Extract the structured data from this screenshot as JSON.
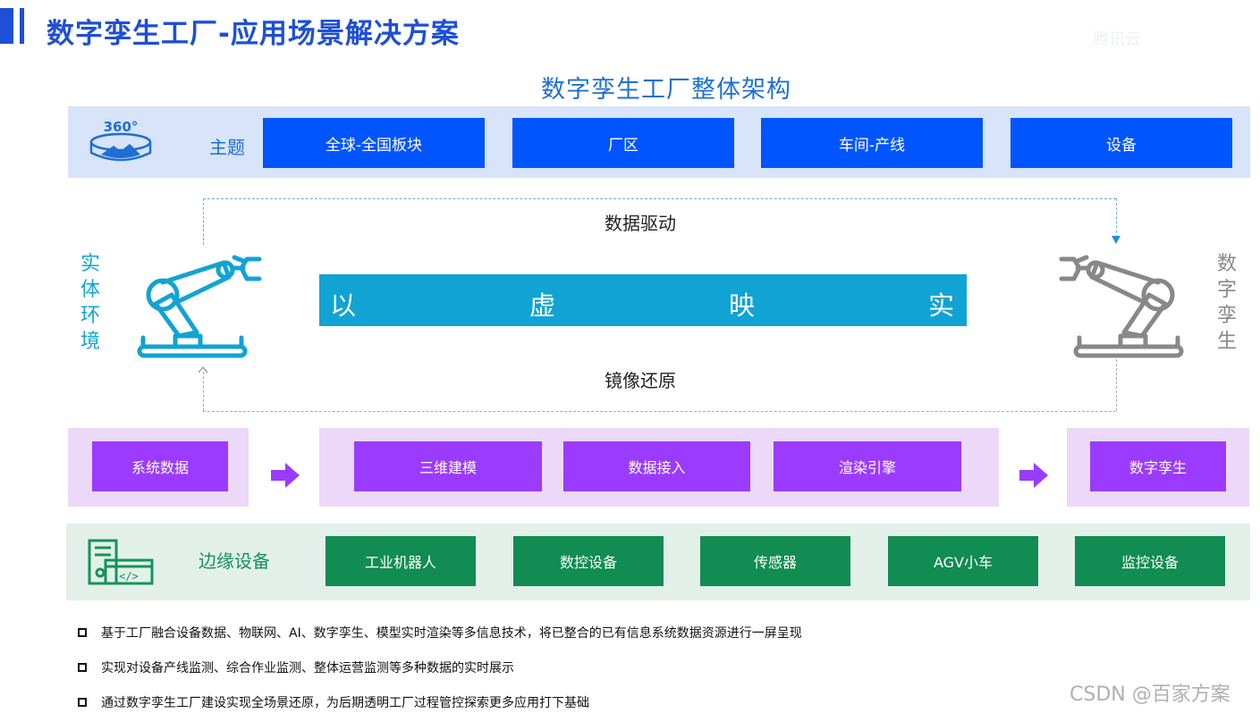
{
  "page_title": "数字孪生工厂-应用场景解决方案",
  "watermark_top": "腾讯云",
  "diagram_title": "数字孪生工厂整体架构",
  "theme_row": {
    "icon_text": "360°",
    "label": "主题",
    "items": [
      "全球-全国板块",
      "厂区",
      "车间-产线",
      "设备"
    ]
  },
  "flow": {
    "top_label": "数据驱动",
    "bottom_label": "镜像还原",
    "banner_chars": [
      "以",
      "虚",
      "映",
      "实"
    ],
    "left_vertical": [
      "实",
      "体",
      "环",
      "境"
    ],
    "right_vertical": [
      "数",
      "字",
      "孪",
      "生"
    ]
  },
  "purple_row": {
    "source": "系统数据",
    "middle": [
      "三维建模",
      "数据接入",
      "渲染引擎"
    ],
    "target": "数字孪生"
  },
  "green_row": {
    "label": "边缘设备",
    "items": [
      "工业机器人",
      "数控设备",
      "传感器",
      "AGV小车",
      "监控设备"
    ]
  },
  "bullets": [
    "基于工厂融合设备数据、物联网、AI、数字孪生、模型实时渲染等多信息技术，将已整合的已有信息系统数据资源进行一屏呈现",
    "实现对设备产线监测、综合作业监测、整体运营监测等多种数据的实时展示",
    "通过数字孪生工厂建设实现全场景还原，为后期透明工厂过程管控探索更多应用打下基础"
  ],
  "watermark_bottom": "CSDN @百家方案",
  "colors": {
    "title_blue": "#1f4fd6",
    "theme_button": "#0055ff",
    "banner": "#11a3d4",
    "purple_button": "#9b3bff",
    "green_button": "#118c52"
  }
}
